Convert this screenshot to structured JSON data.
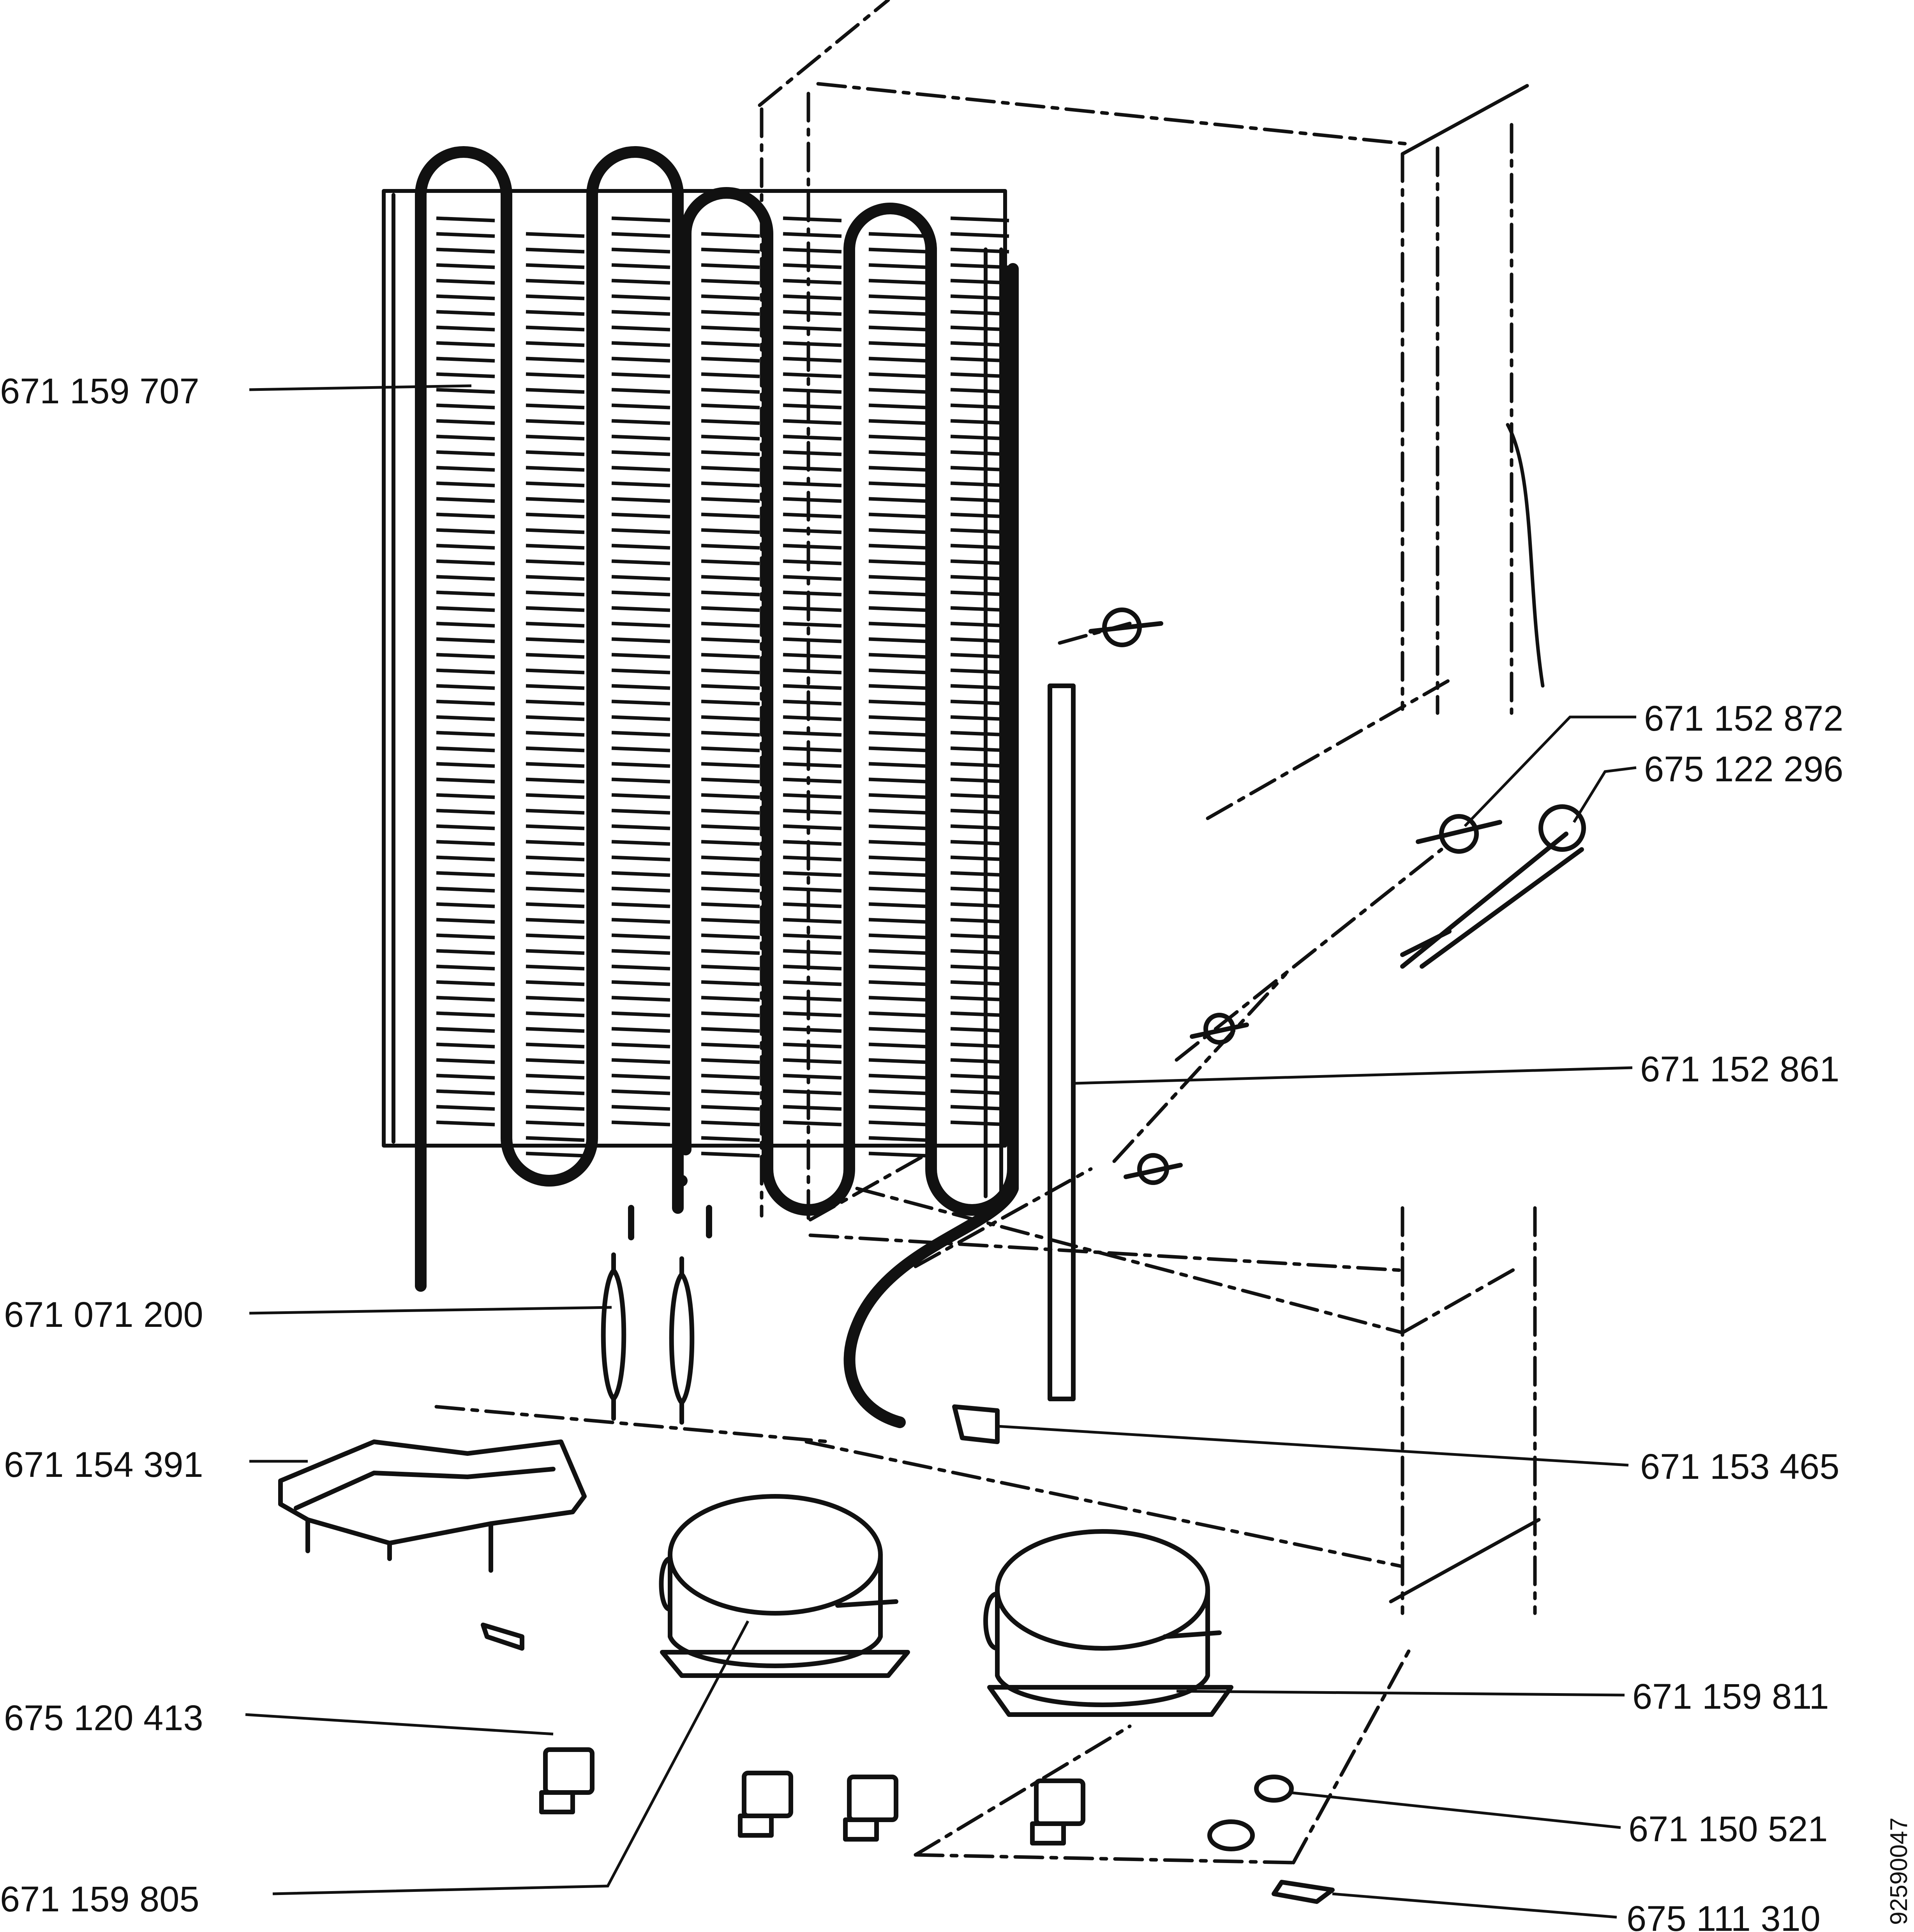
{
  "diagram": {
    "part_labels": {
      "condenser": "671 159 707",
      "drier_filters": "671 071 200",
      "drip_tray": "671 154 391",
      "grommet_left": "675 120 413",
      "compressor_left": "671 159 805",
      "grommet_upper": "671 152 872",
      "hinge_bushing": "675 122 296",
      "side_bracket": "671 152 861",
      "pipe_clip": "671 153 465",
      "compressor_right": "671 159 811",
      "foot": "671 150 521",
      "bottom_clip": "675 111 310"
    },
    "drawing_code": "92590047"
  }
}
